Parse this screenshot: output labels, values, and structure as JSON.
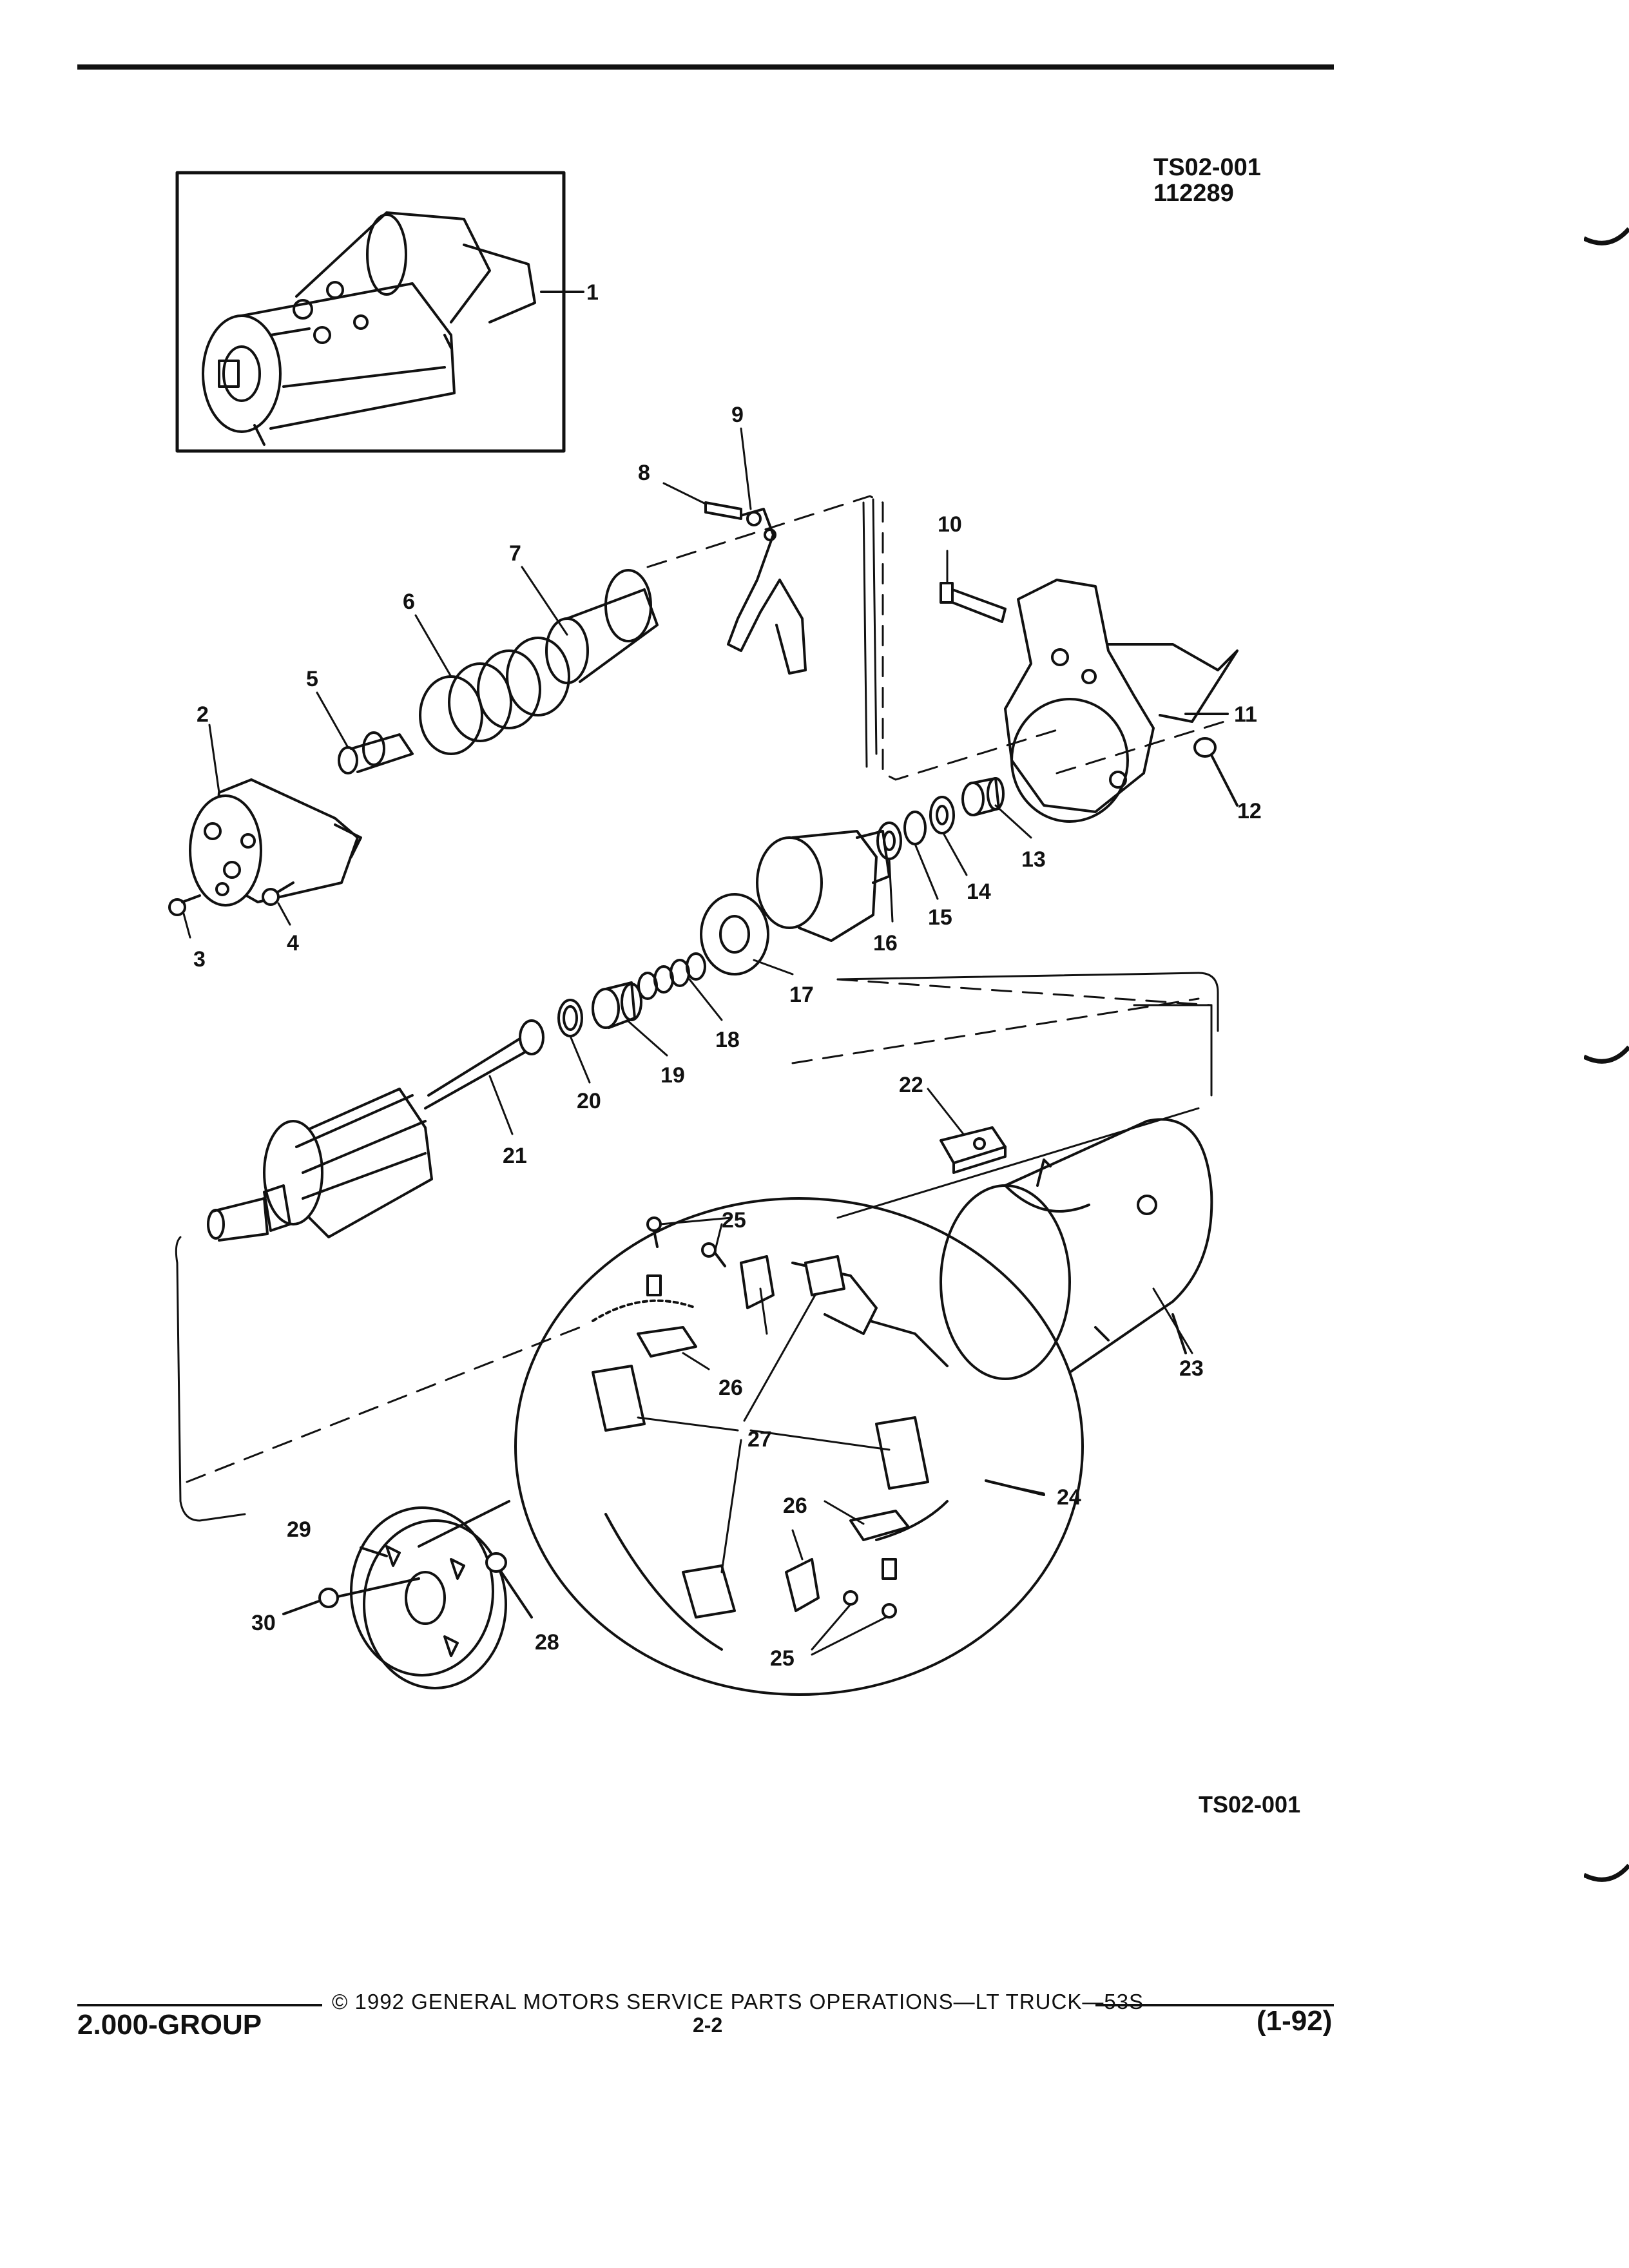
{
  "header": {
    "figure_code": "TS02-001",
    "date_code": "112289"
  },
  "figure_label_bottom": "TS02-001",
  "callouts": [
    "1",
    "2",
    "3",
    "4",
    "5",
    "6",
    "7",
    "8",
    "9",
    "10",
    "11",
    "12",
    "13",
    "14",
    "15",
    "16",
    "17",
    "18",
    "19",
    "20",
    "21",
    "22",
    "23",
    "24",
    "25",
    "26",
    "27",
    "28",
    "29",
    "30"
  ],
  "footer": {
    "copyright": "© 1992 GENERAL MOTORS SERVICE PARTS OPERATIONS—LT TRUCK—53S",
    "group": "2.000-GROUP",
    "page": "2-2",
    "revision": "(1-92)"
  }
}
